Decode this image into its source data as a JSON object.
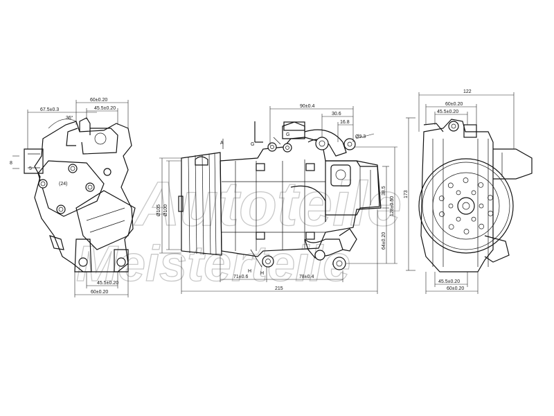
{
  "watermark": {
    "line1": "Autoteile",
    "line2": "Meisterteile"
  },
  "dimensions": {
    "d67_5": "67.5±0.3",
    "d60_tl": "60±0.20",
    "d45_5_tl": "45.5±0.20",
    "d36": "36°",
    "d8": "8",
    "d5": "5",
    "d24": "(24)",
    "d45_5_bl": "45.5±0.20",
    "d60_bl": "60±0.20",
    "d90": "90±0.4",
    "d30_6": "30.6",
    "d16_8": "16.8",
    "d9_3": "Ø9.3",
    "d105": "Ø105",
    "d100": "Ø100",
    "d38_5": "38.5",
    "d128": "128±0.50",
    "d64": "64±0.20",
    "d71": "71±0.6",
    "d78": "78±0.4",
    "d215": "215",
    "d173": "173",
    "d122": "122",
    "d60_tr": "60±0.20",
    "d45_5_tr": "45.5±0.20",
    "d45_5_br": "45.5±0.20",
    "d60_br": "60±0.20",
    "labelG1": "G",
    "labelG2": "G",
    "labelH1": "H",
    "labelH2": "H",
    "labelA": "A"
  }
}
